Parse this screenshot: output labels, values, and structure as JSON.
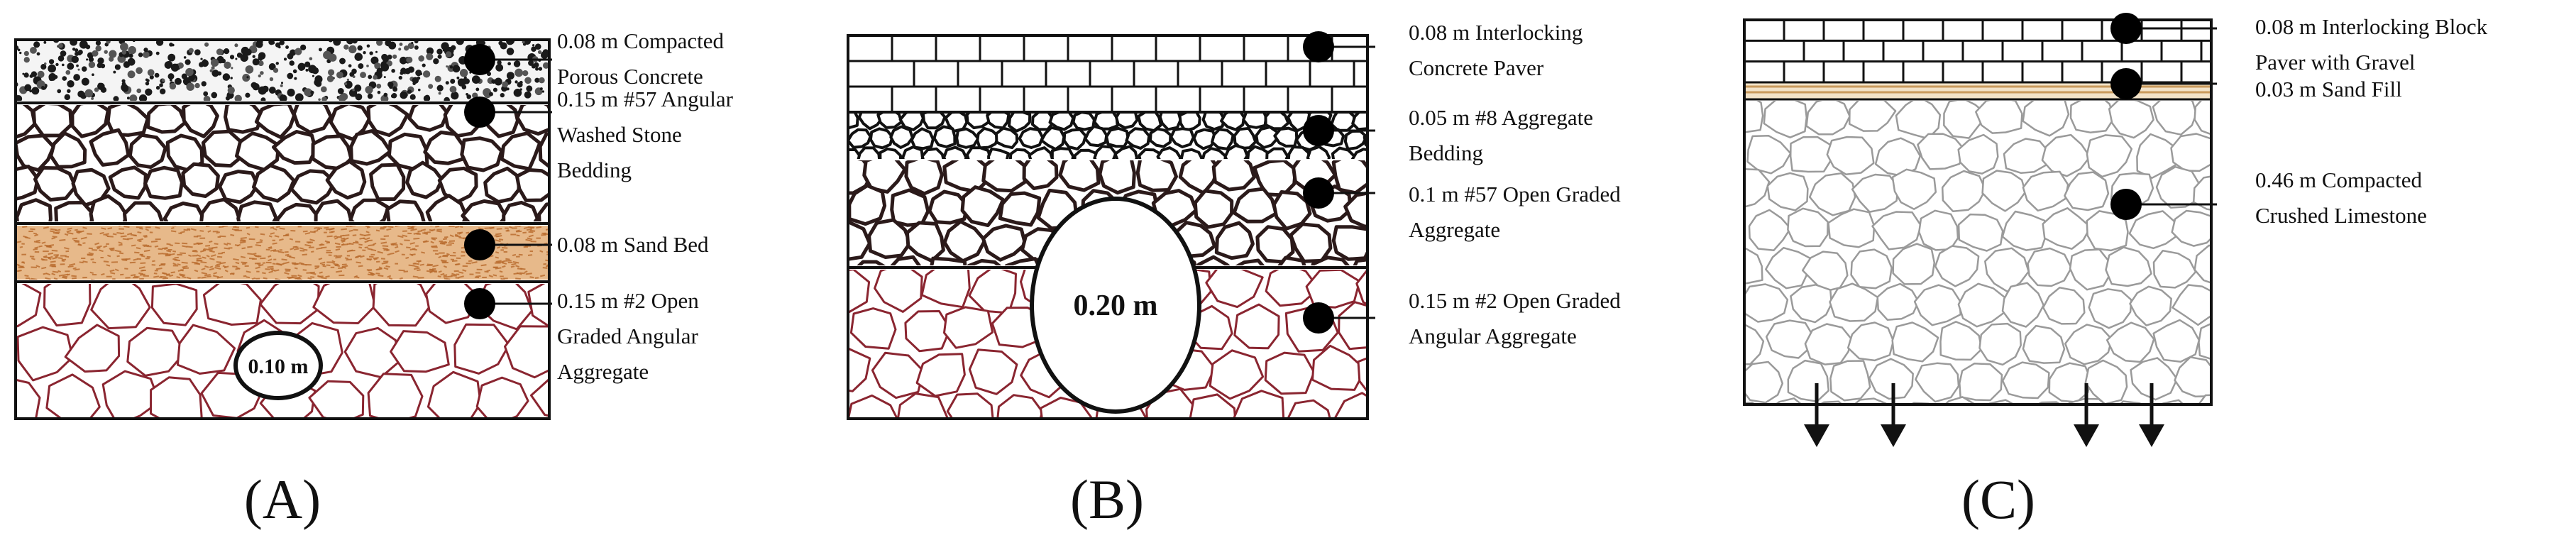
{
  "panels": [
    {
      "id": "A",
      "caption": "(A)",
      "layers": [
        {
          "kind": "porous-concrete",
          "label_lines": [
            "0.08 m Compacted",
            "Porous Concrete"
          ]
        },
        {
          "kind": "angular-stone",
          "label_lines": [
            "0.15 m #57 Angular",
            "Washed Stone",
            "Bedding"
          ]
        },
        {
          "kind": "sand",
          "label_lines": [
            "0.08 m Sand Bed"
          ]
        },
        {
          "kind": "open-graded-red",
          "label_lines": [
            "0.15 m #2 Open",
            "Graded Angular",
            "Aggregate"
          ]
        }
      ],
      "pipe_label": "0.10 m"
    },
    {
      "id": "B",
      "caption": "(B)",
      "layers": [
        {
          "kind": "paver",
          "label_lines": [
            "0.08 m Interlocking",
            "Concrete Paver"
          ]
        },
        {
          "kind": "small-aggregate",
          "label_lines": [
            "0.05 m #8 Aggregate",
            "Bedding"
          ]
        },
        {
          "kind": "open-graded",
          "label_lines": [
            "0.1 m #57 Open Graded",
            "Aggregate"
          ]
        },
        {
          "kind": "open-graded-red",
          "label_lines": [
            "0.15 m #2 Open Graded",
            "Angular Aggregate"
          ]
        }
      ],
      "pipe_label": "0.20 m"
    },
    {
      "id": "C",
      "caption": "(C)",
      "layers": [
        {
          "kind": "paver",
          "label_lines": [
            "0.08 m Interlocking Block",
            "Paver with Gravel"
          ]
        },
        {
          "kind": "sand",
          "label_lines": [
            "0.03 m Sand Fill"
          ]
        },
        {
          "kind": "crushed-limestone",
          "label_lines": [
            "0.46 m Compacted",
            "Crushed Limestone"
          ]
        }
      ],
      "infiltration_arrows": 4
    }
  ],
  "colors": {
    "outline": "#111111",
    "stone_stroke": "#2b1a1a",
    "red_stone_stroke": "#8a2530",
    "sand_fill": "#e7b98a",
    "sand_stroke": "#b86a2c",
    "limestone_stroke": "#9a9a9a",
    "porous_fill": "#f4f4f4"
  }
}
